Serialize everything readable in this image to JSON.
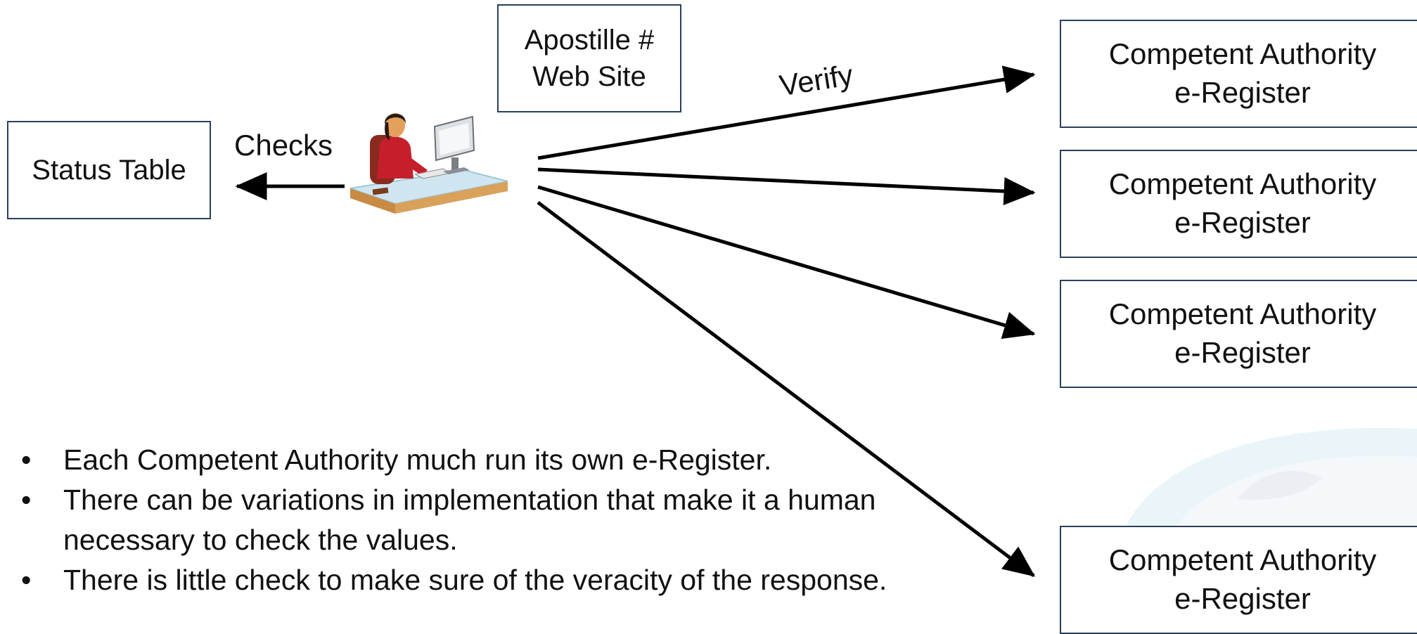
{
  "status_table": {
    "label": "Status Table"
  },
  "apostille_site": {
    "line1": "Apostille #",
    "line2": "Web Site"
  },
  "checks_label": "Checks",
  "verify_label": "Verify",
  "competent_authorities": [
    {
      "line1": "Competent Authority",
      "line2": "e-Register"
    },
    {
      "line1": "Competent Authority",
      "line2": "e-Register"
    },
    {
      "line1": "Competent Authority",
      "line2": "e-Register"
    },
    {
      "line1": "Competent Authority",
      "line2": "e-Register"
    }
  ],
  "bullets": [
    "Each Competent Authority much run its own e-Register.",
    "There can be variations in implementation that make it a human necessary to check the values.",
    "There is little check to make sure of the veracity of the response."
  ],
  "icons": {
    "person": "person-at-computer-icon",
    "watermark": "globe-watermark"
  },
  "colors": {
    "box_border": "#2b3f5c",
    "arrow": "#000000"
  }
}
